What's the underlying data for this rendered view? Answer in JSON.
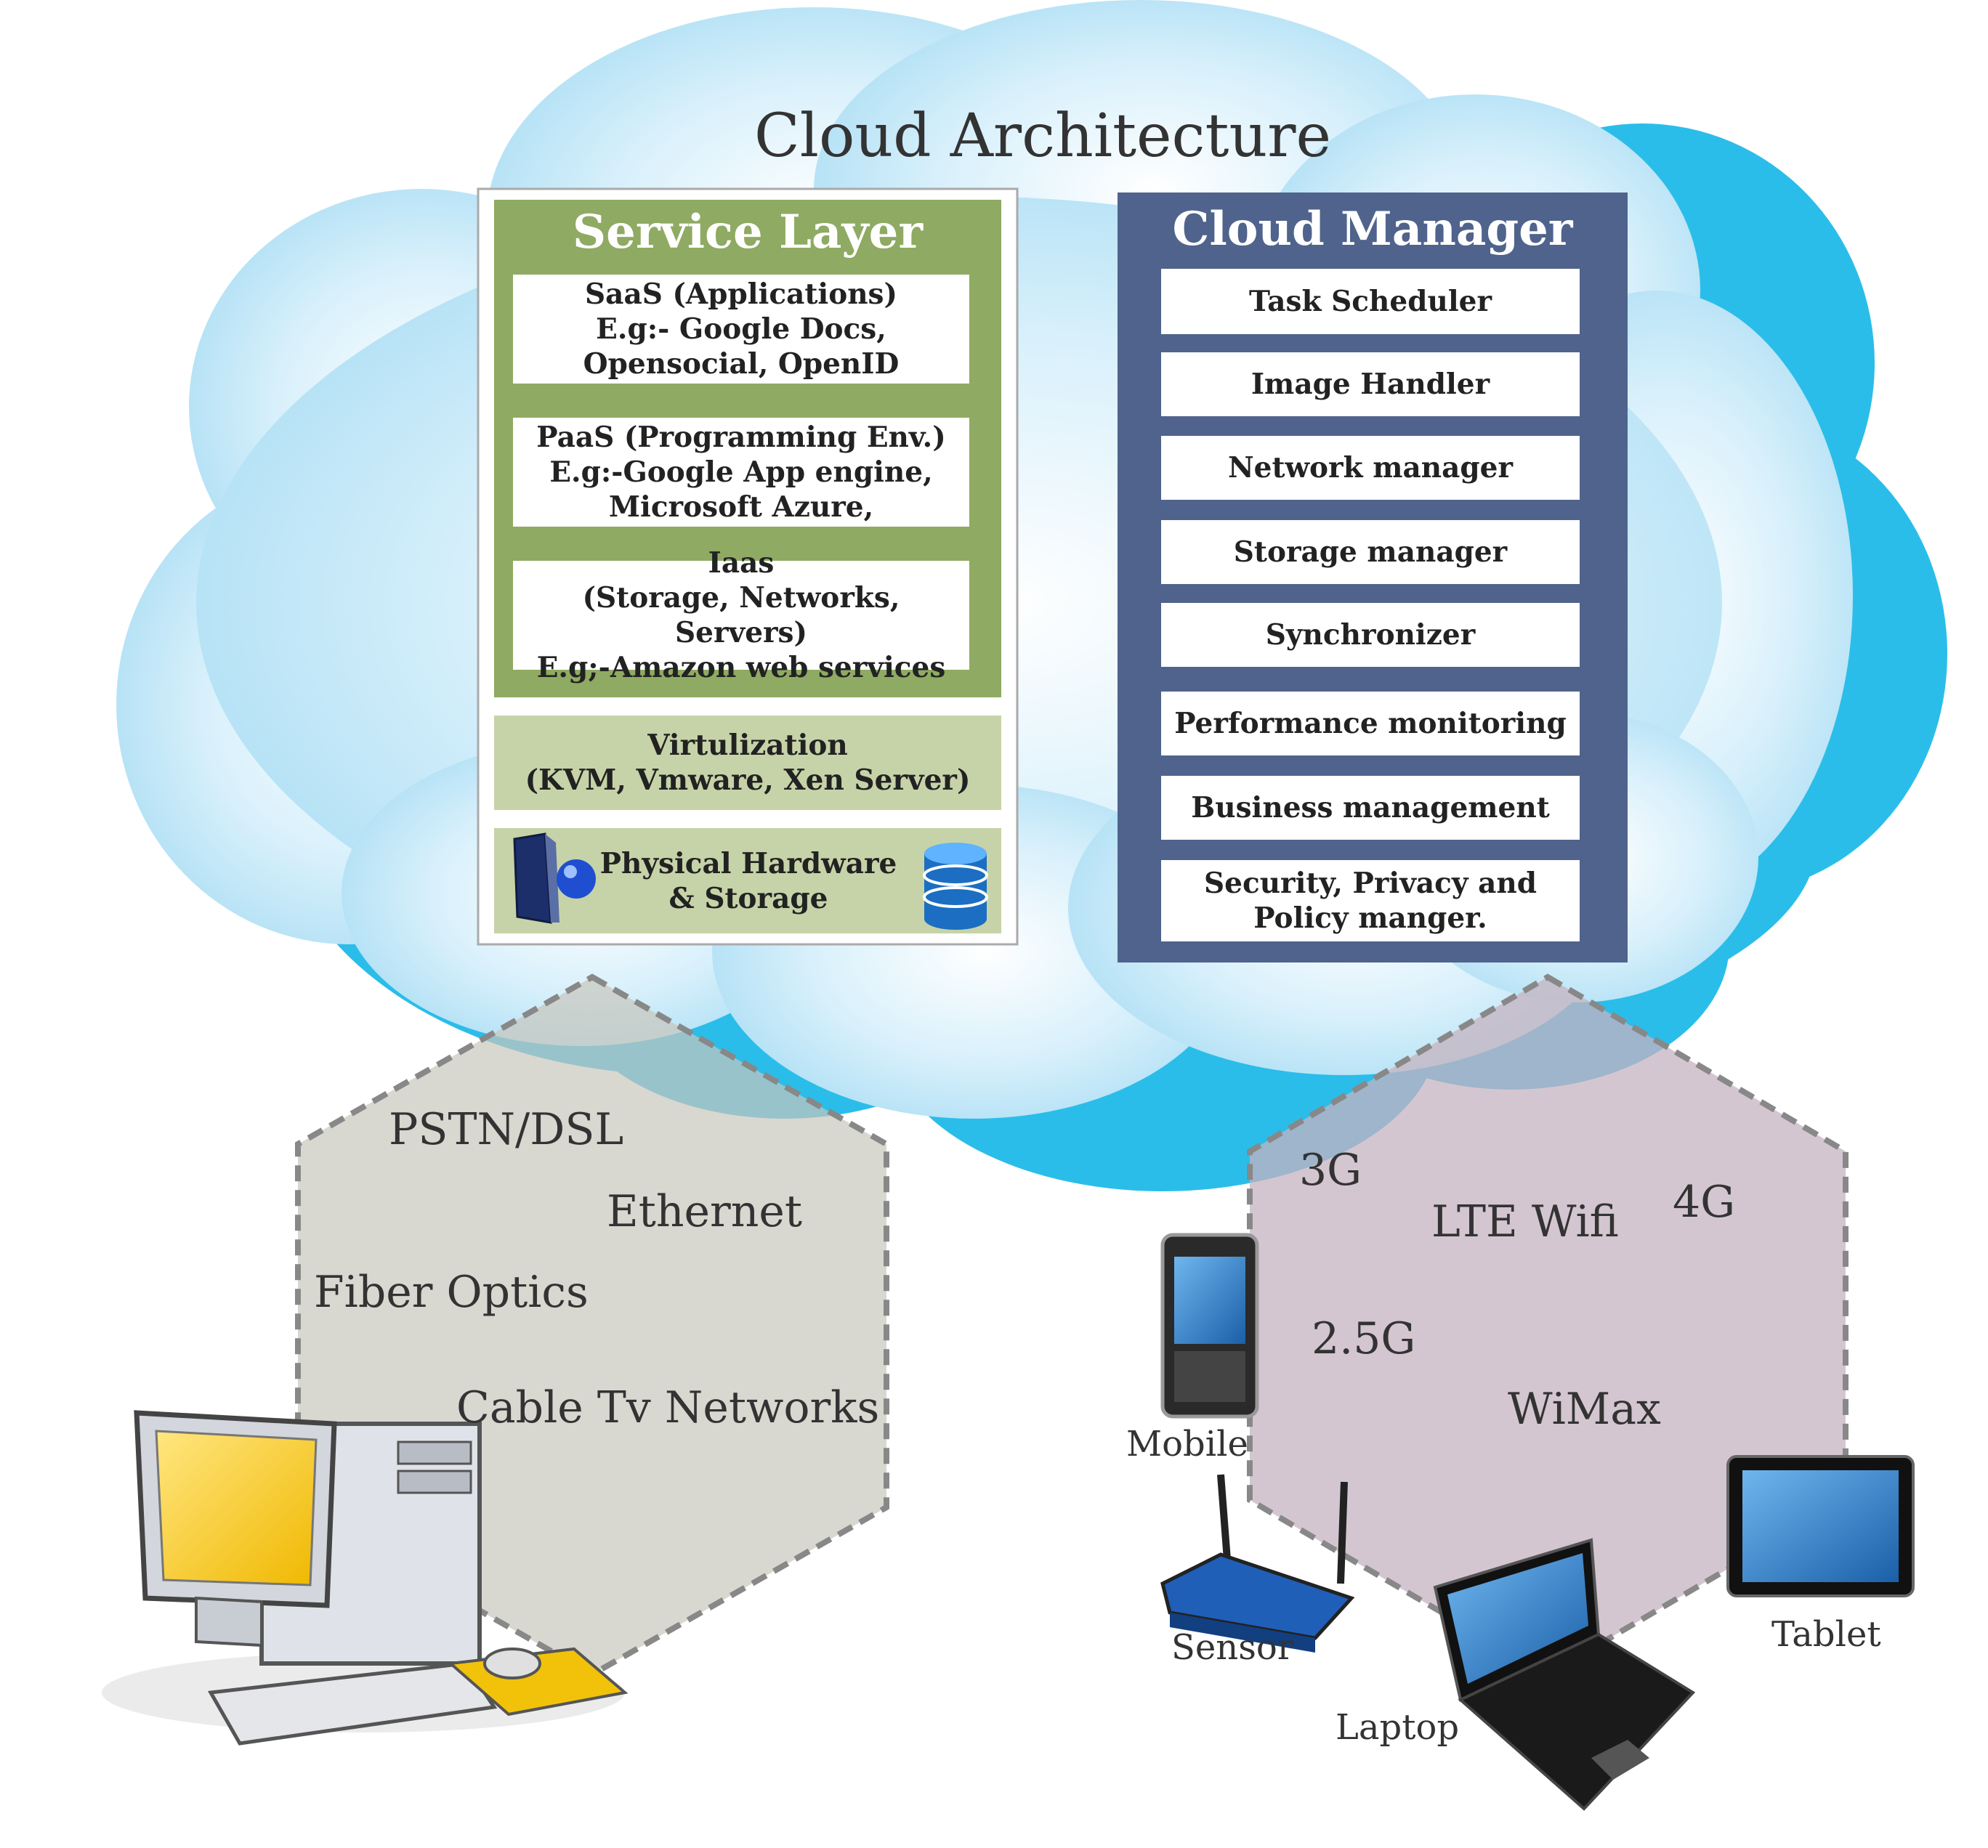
{
  "title": "Cloud Architecture",
  "service_layer": {
    "title": "Service Layer",
    "boxes": [
      {
        "lines": [
          "SaaS (Applications)",
          "E.g:- Google Docs,",
          "Opensocial, OpenID"
        ]
      },
      {
        "lines": [
          "PaaS (Programming Env.)",
          "E.g:-Google App engine,",
          "Microsoft Azure,"
        ]
      },
      {
        "lines": [
          "Iaas",
          "(Storage, Networks, Servers)",
          "E.g;-Amazon web services"
        ]
      }
    ],
    "virtualization": {
      "lines": [
        "Virtulization",
        "(KVM, Vmware, Xen Server)"
      ]
    },
    "hardware": {
      "lines": [
        "Physical Hardware",
        "& Storage"
      ]
    }
  },
  "cloud_manager": {
    "title": "Cloud Manager",
    "items": [
      {
        "lines": [
          "Task Scheduler"
        ]
      },
      {
        "lines": [
          "Image Handler"
        ]
      },
      {
        "lines": [
          "Network manager"
        ]
      },
      {
        "lines": [
          "Storage manager"
        ]
      },
      {
        "lines": [
          "Synchronizer"
        ]
      },
      {
        "lines": [
          "Performance monitoring"
        ]
      },
      {
        "lines": [
          "Business management"
        ]
      },
      {
        "lines": [
          "Security, Privacy and",
          "Policy manger."
        ]
      }
    ]
  },
  "wired_networks": [
    "PSTN/DSL",
    "Ethernet",
    "Fiber Optics",
    "Cable Tv Networks"
  ],
  "wireless_networks": [
    "3G",
    "LTE Wifi",
    "4G",
    "2.5G",
    "WiMax"
  ],
  "devices": {
    "mobile": "Mobile",
    "sensor": "Sensor",
    "laptop": "Laptop",
    "tablet": "Tablet"
  },
  "colors": {
    "cloud_light": "#bfe6f7",
    "cloud_dark": "#2bbde9",
    "service_green": "#8faa62",
    "virtualization_green": "#c6d3a8",
    "manager_blue": "#4f638c",
    "hex_left": "#d2d0c8",
    "hex_right": "#d0c2cb"
  }
}
